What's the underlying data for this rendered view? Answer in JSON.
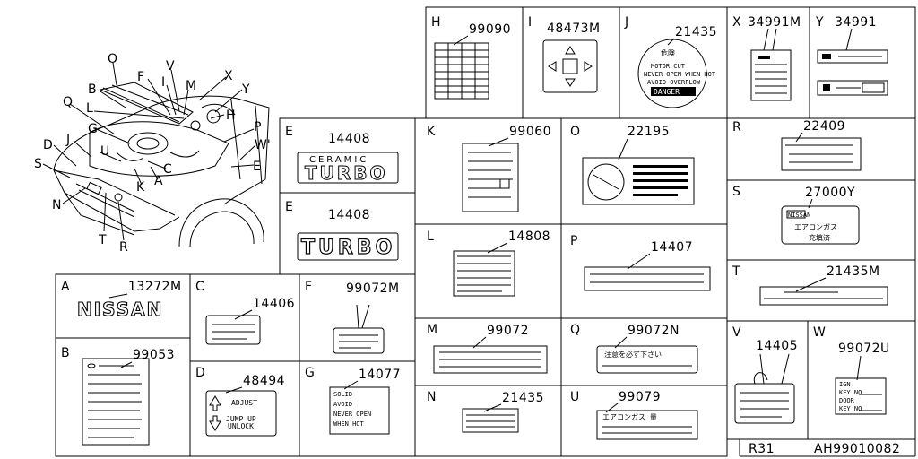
{
  "diagram": {
    "footer": {
      "left": "R31",
      "right": "AH99010082"
    },
    "overview_letters": [
      "O",
      "F",
      "V",
      "M",
      "X",
      "B",
      "I",
      "Y",
      "L",
      "Q",
      "H",
      "P",
      "G",
      "J",
      "U",
      "W'",
      "D",
      "C",
      "E",
      "S",
      "K",
      "A",
      "N",
      "T",
      "R"
    ],
    "cells": {
      "A": {
        "letter": "A",
        "part": "13272M",
        "emblem": "NISSAN"
      },
      "B": {
        "letter": "B",
        "part": "99053"
      },
      "C": {
        "letter": "C",
        "part": "14406"
      },
      "D": {
        "letter": "D",
        "part": "48494",
        "line1": "ADJUST",
        "line2": "JUMP UP",
        "line3": "UNLOCK"
      },
      "E1": {
        "letter": "E",
        "part": "14408",
        "small": "CERAMIC",
        "emblem": "TURBO"
      },
      "E2": {
        "letter": "E",
        "part": "14408",
        "emblem": "TURBO"
      },
      "F": {
        "letter": "F",
        "part": "99072M"
      },
      "G": {
        "letter": "G",
        "part": "14077",
        "line1": "SOLID",
        "line2": "AVOID",
        "line3": "NEVER OPEN",
        "line4": "WHEN HOT"
      },
      "H": {
        "letter": "H",
        "part": "99090"
      },
      "I": {
        "letter": "I",
        "part": "48473M"
      },
      "J": {
        "letter": "J",
        "part": "21435",
        "top": "危険",
        "line1": "MOTOR CUT",
        "line2": "NEVER OPEN WHEN HOT",
        "line3": "AVOID OVERFLOW",
        "danger": "DANGER"
      },
      "K": {
        "letter": "K",
        "part": "99060"
      },
      "L": {
        "letter": "L",
        "part": "14808"
      },
      "M": {
        "letter": "M",
        "part": "99072"
      },
      "N": {
        "letter": "N",
        "part": "21435"
      },
      "O": {
        "letter": "O",
        "part": "22195"
      },
      "P": {
        "letter": "P",
        "part": "14407"
      },
      "Q": {
        "letter": "Q",
        "part": "99072N",
        "text": "注意を必ず下さい"
      },
      "R": {
        "letter": "R",
        "part": "22409"
      },
      "S": {
        "letter": "S",
        "part": "27000Y",
        "logo": "NISSAN",
        "line1": "エアコンガス",
        "line2": "充填済"
      },
      "T": {
        "letter": "T",
        "part": "21435M"
      },
      "U": {
        "letter": "U",
        "part": "99079",
        "text": "エアコンガス 量"
      },
      "V": {
        "letter": "V",
        "part": "14405"
      },
      "W": {
        "letter": "W",
        "part": "99072U",
        "line1": "IGN",
        "line2": "KEY NO",
        "line3": "DOOR",
        "line4": "KEY NO"
      },
      "X": {
        "letter": "X",
        "part": "34991M"
      },
      "Y": {
        "letter": "Y",
        "part": "34991"
      }
    }
  }
}
